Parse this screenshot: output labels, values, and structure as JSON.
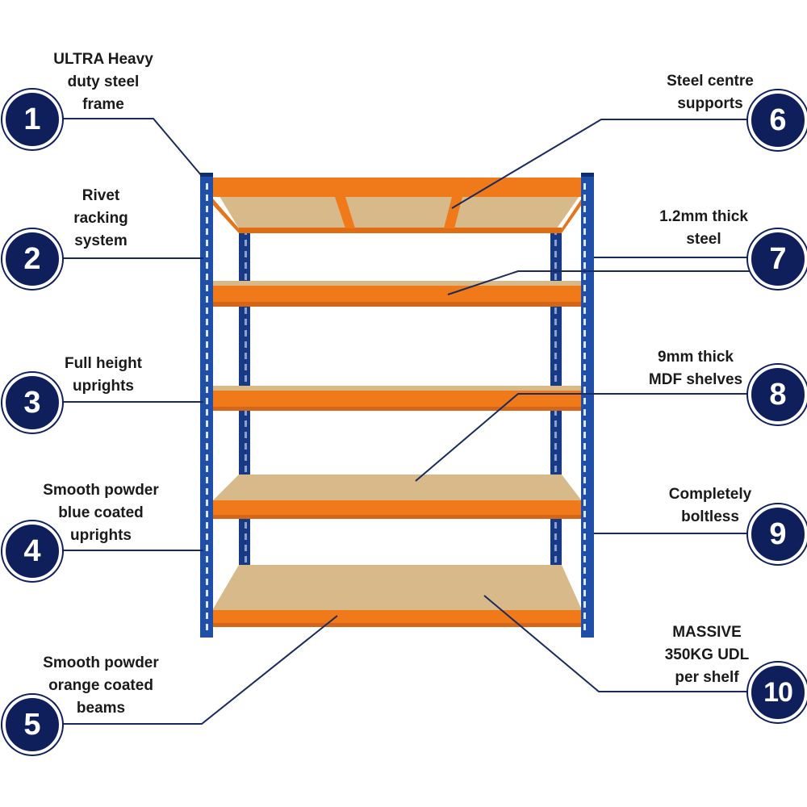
{
  "colors": {
    "upright_blue": "#1f4fa8",
    "beam_orange": "#f07a1a",
    "board_mdf": "#d8b98a",
    "badge_navy": "#0f1f5c",
    "leader_line": "#1a2a5c"
  },
  "callouts": [
    {
      "number": "1",
      "text": "ULTRA Heavy\nduty steel\nframe"
    },
    {
      "number": "2",
      "text": "Rivet\nracking\nsystem"
    },
    {
      "number": "3",
      "text": "Full height\nuprights"
    },
    {
      "number": "4",
      "text": "Smooth powder\nblue coated\nuprights"
    },
    {
      "number": "5",
      "text": "Smooth powder\norange coated\nbeams"
    },
    {
      "number": "6",
      "text": "Steel centre\nsupports"
    },
    {
      "number": "7",
      "text": "1.2mm thick\nsteel"
    },
    {
      "number": "8",
      "text": "9mm thick\nMDF shelves"
    },
    {
      "number": "9",
      "text": "Completely\nboltless"
    },
    {
      "number": "10",
      "text": "MASSIVE\n350KG UDL\nper shelf"
    }
  ]
}
